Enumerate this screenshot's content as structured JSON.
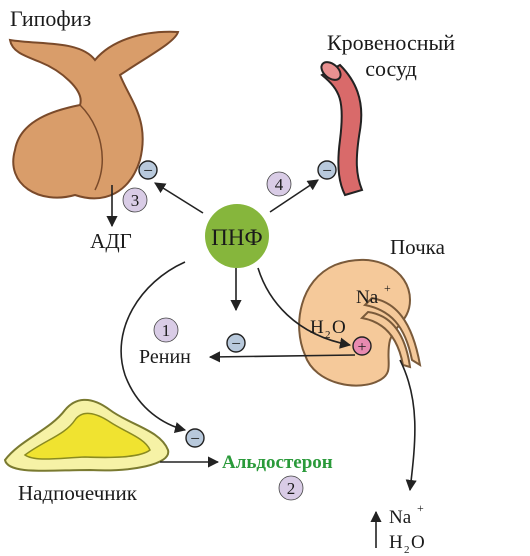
{
  "labels": {
    "pituitary": "Гипофиз",
    "vessel_line1": "Кровеносный",
    "vessel_line2": "сосуд",
    "adh": "АДГ",
    "center": "ПНФ",
    "kidney": "Почка",
    "renin": "Ренин",
    "aldosterone": "Альдостерон",
    "adrenal": "Надпочечник",
    "na_kidney": "Na",
    "na_kidney_sup": "+",
    "water_kidney_h": "H",
    "water_kidney_sub": "2",
    "water_kidney_o": "O",
    "na_out": "Na",
    "na_out_sup": "+",
    "water_out_h": "H",
    "water_out_sub": "2",
    "water_out_o": "O"
  },
  "markers": {
    "step1": "1",
    "step2": "2",
    "step3": "3",
    "step4": "4",
    "minus": "−",
    "plus": "+"
  },
  "colors": {
    "center_fill": "#86b63c",
    "step_fill": "#d9cce6",
    "sign_fill": "#b8c9dc",
    "plus_fill": "#e88ab0",
    "gland_fill": "#d99d6a",
    "vessel_fill": "#d96a6a",
    "kidney_fill": "#f5c99a",
    "adrenal_outer": "#f6f2a6",
    "adrenal_inner": "#f0e330",
    "text_green": "#2a9a3a"
  }
}
